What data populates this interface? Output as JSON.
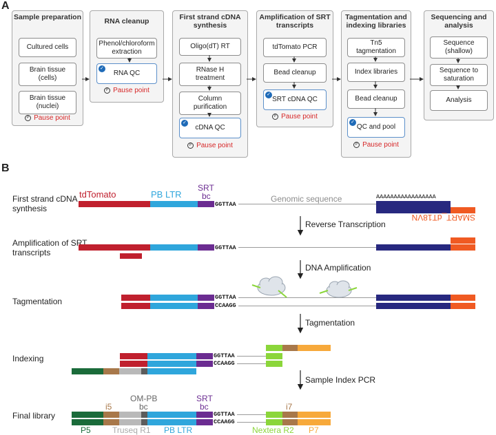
{
  "panel_a": {
    "letter": "A",
    "stages": [
      {
        "title": "Sample preparation",
        "steps": [
          "Cultured cells",
          "Brain tissue (cells)",
          "Brain tissue (nuclei)"
        ],
        "pause": "Pause point"
      },
      {
        "title": "RNA cleanup",
        "steps": [
          "Phenol/chloroform extraction",
          "RNA QC"
        ],
        "pause": "Pause point"
      },
      {
        "title": "First strand cDNA synthesis",
        "steps": [
          "Oligo(dT) RT",
          "RNase H treatment",
          "Column purification",
          "cDNA QC"
        ],
        "pause": "Pause point"
      },
      {
        "title": "Amplification of SRT transcripts",
        "steps": [
          "tdTomato PCR",
          "Bead cleanup",
          "SRT cDNA QC"
        ],
        "pause": "Pause point"
      },
      {
        "title": "Tagmentation and indexing libraries",
        "steps": [
          "Tn5 tagmentation",
          "Index libraries",
          "Bead cleanup",
          "QC and pool"
        ],
        "pause": "Pause point"
      },
      {
        "title": "Sequencing and analysis",
        "steps": [
          "Sequence (shallow)",
          "Sequence to saturation",
          "Analysis"
        ]
      }
    ]
  },
  "panel_b": {
    "letter": "B",
    "rows": [
      "First strand cDNA synthesis",
      "Amplification of SRT transcripts",
      "Tagmentation",
      "Indexing",
      "Final library"
    ],
    "processes": [
      "Reverse Transcription",
      "DNA Amplification",
      "Tagmentation",
      "Sample Index PCR"
    ],
    "labels": {
      "tdtomato": "tdTomato",
      "pb_ltr": "PB LTR",
      "srt": "SRT",
      "bc": "bc",
      "genomic": "Genomic sequence",
      "polya": "AAAAAAAAAAAAAAAAA",
      "smart": "SMART_dT18VN",
      "ggttaa": "GGTTAA",
      "ccaagg": "CCAAGG",
      "i5": "i5",
      "om_pb": "OM-PB",
      "i7": "i7",
      "p5": "P5",
      "truseq": "Truseq R1",
      "nextera": "Nextera R2",
      "p7": "P7"
    },
    "colors": {
      "tdtomato": "#c0202e",
      "pb_ltr": "#2fa6dc",
      "srt_bc": "#6b2c91",
      "polyT": "#27287f",
      "smart": "#f05a22",
      "p5": "#1a6b3a",
      "i5": "#a8784a",
      "truseq": "#b9b9b9",
      "ombc": "#5c5c5c",
      "nextera": "#8bd63a",
      "i7": "#a8784a",
      "p7": "#f7a93b",
      "genomic": "#8c8c8c"
    }
  }
}
